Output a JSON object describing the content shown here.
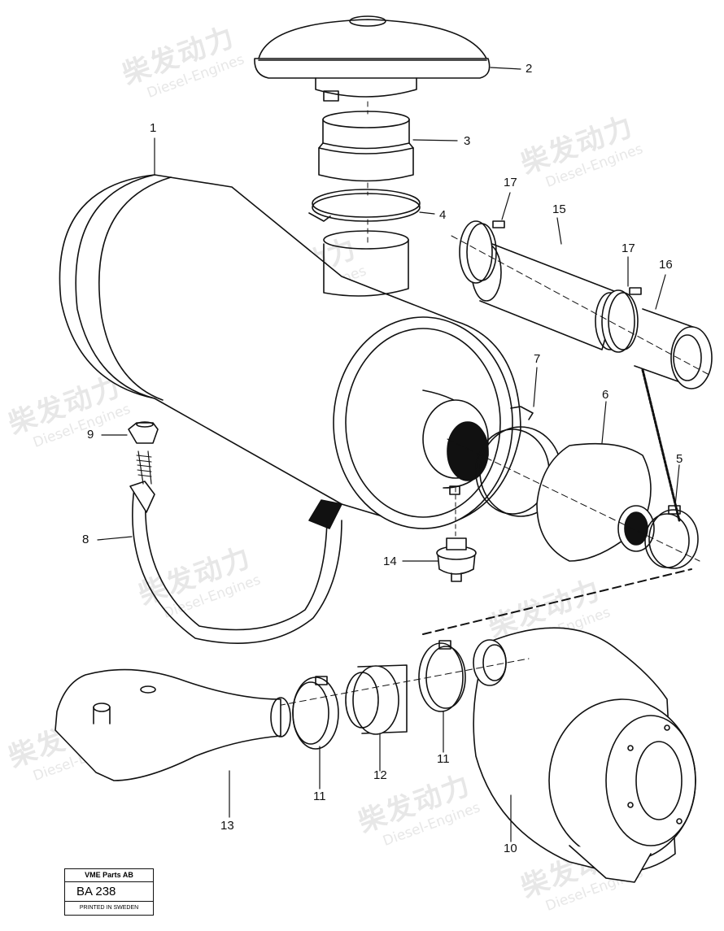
{
  "watermark": {
    "cn": "柴发动力",
    "en": "Diesel-Engines"
  },
  "callouts": [
    {
      "id": "c1",
      "text": "1"
    },
    {
      "id": "c2",
      "text": "2"
    },
    {
      "id": "c3",
      "text": "3"
    },
    {
      "id": "c4",
      "text": "4"
    },
    {
      "id": "c5",
      "text": "5"
    },
    {
      "id": "c6",
      "text": "6"
    },
    {
      "id": "c7",
      "text": "7"
    },
    {
      "id": "c8",
      "text": "8"
    },
    {
      "id": "c9",
      "text": "9"
    },
    {
      "id": "c10",
      "text": "10"
    },
    {
      "id": "c11a",
      "text": "11"
    },
    {
      "id": "c11b",
      "text": "11"
    },
    {
      "id": "c12",
      "text": "12"
    },
    {
      "id": "c13",
      "text": "13"
    },
    {
      "id": "c14",
      "text": "14"
    },
    {
      "id": "c15",
      "text": "15"
    },
    {
      "id": "c16",
      "text": "16"
    },
    {
      "id": "c17a",
      "text": "17"
    },
    {
      "id": "c17b",
      "text": "17"
    }
  ],
  "title_block": {
    "company": "VME Parts AB",
    "code": "BA 238",
    "printed": "PRINTED IN SWEDEN"
  }
}
